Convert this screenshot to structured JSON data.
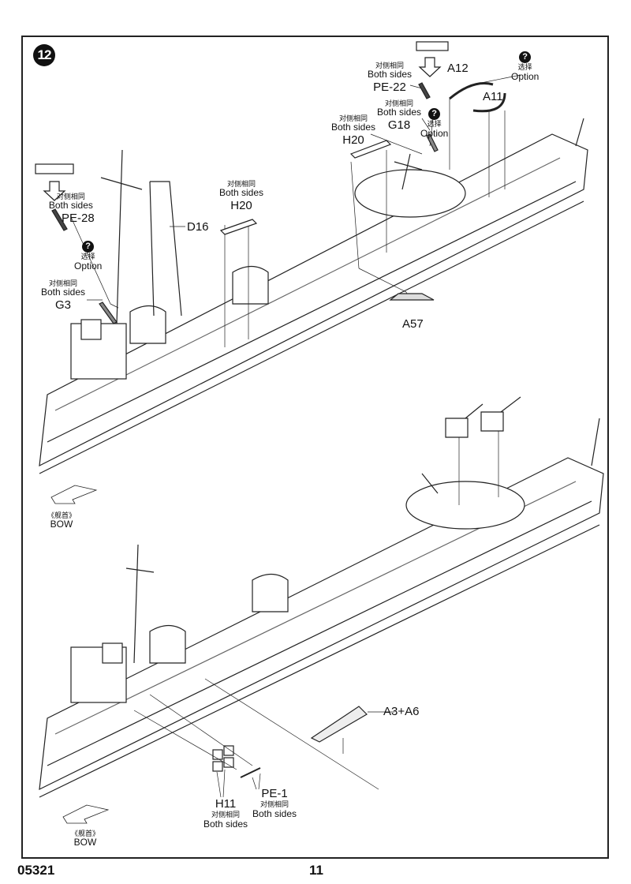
{
  "document": {
    "product_code": "05321",
    "page_number": "11",
    "step_number": "12"
  },
  "callouts": {
    "pe28": {
      "cn": "对侧相同",
      "en": "Both sides",
      "part": "PE-28"
    },
    "opt_left": {
      "icon": "?",
      "cn": "选择",
      "en": "Option"
    },
    "g3": {
      "cn": "对侧相同",
      "en": "Both sides",
      "part": "G3"
    },
    "d16": {
      "part": "D16"
    },
    "h20_left": {
      "cn": "对侧相同",
      "en": "Both sides",
      "part": "H20"
    },
    "h20_right": {
      "cn": "对侧相同",
      "en": "Both sides",
      "part": "H20"
    },
    "pe22": {
      "cn": "对侧相同",
      "en": "Both sides",
      "part": "PE-22"
    },
    "g18": {
      "cn": "对侧相同",
      "en": "Both sides",
      "part": "G18"
    },
    "opt_mid": {
      "icon": "?",
      "cn": "选择",
      "en": "Option"
    },
    "a12": {
      "part": "A12"
    },
    "a11": {
      "part": "A11"
    },
    "opt_right": {
      "icon": "?",
      "cn": "选择",
      "en": "Option"
    },
    "a57": {
      "part": "A57"
    },
    "a3a6": {
      "part": "A3+A6"
    },
    "h11": {
      "part": "H11",
      "cn": "对侧相同",
      "en": "Both sides"
    },
    "pe1": {
      "part": "PE-1",
      "cn": "对侧相同",
      "en": "Both sides"
    }
  },
  "bow_markers": [
    {
      "cn": "《舰首》",
      "en": "BOW"
    },
    {
      "cn": "《舰首》",
      "en": "BOW"
    }
  ]
}
